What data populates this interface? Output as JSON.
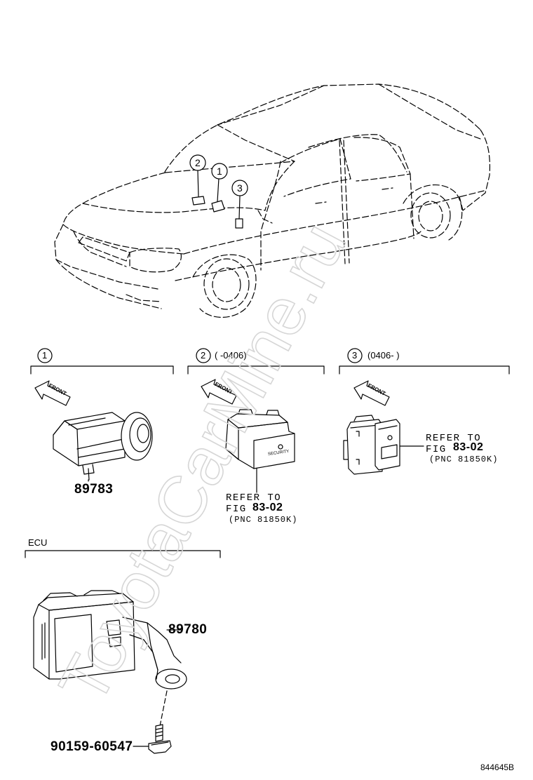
{
  "callouts": [
    "1",
    "2",
    "3"
  ],
  "sections": [
    {
      "num": "1",
      "range": ""
    },
    {
      "num": "2",
      "range": "(   -0406)"
    },
    {
      "num": "3",
      "range": "(0406-   )"
    }
  ],
  "front_label": "FRONT",
  "security_label": "SECURITY",
  "parts": {
    "horn": "89783",
    "ecu": "89780",
    "bolt": "90159-60547"
  },
  "refer_left": {
    "line1": "REFER TO",
    "fig_word": "FIG",
    "fig_num": "83-02",
    "pnc": "(PNC 81850K)"
  },
  "refer_right": {
    "line1": "REFER TO",
    "fig_word": "FIG",
    "fig_num": "83-02",
    "pnc": "(PNC 81850K)"
  },
  "ecu_label": "ECU",
  "diagram_id": "844645B",
  "watermark": "ToyotaCarMine.ru"
}
